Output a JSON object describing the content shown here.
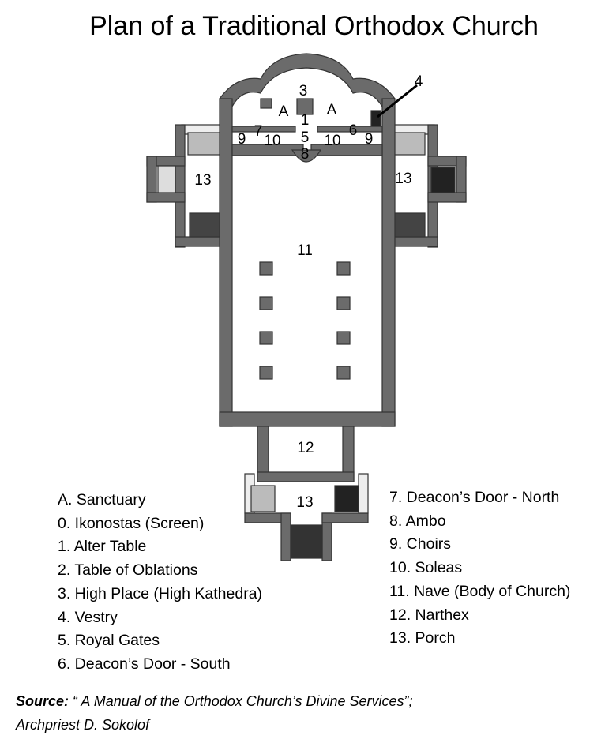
{
  "title": "Plan of a Traditional Orthodox Church",
  "plan_labels": {
    "sanctuary_left": "A",
    "sanctuary_right": "A",
    "high_place": "3",
    "altar": "1",
    "royal_gates": "5",
    "ambo": "8",
    "deacon_north": "7",
    "deacon_south": "6",
    "choir_left": "9",
    "choir_right": "9",
    "soleas_left": "10",
    "soleas_right": "10",
    "vestry": "4",
    "nave": "11",
    "narthex": "12",
    "porch_left": "13",
    "porch_right": "13",
    "porch_bottom": "13"
  },
  "legend_left": [
    "A. Sanctuary",
    "0. Ikonostas (Screen)",
    "1. Alter Table",
    "2. Table of Oblations",
    "3. High Place (High Kathedra)",
    "4. Vestry",
    "5. Royal Gates",
    "6. Deacon’s Door - South"
  ],
  "legend_right": [
    "7. Deacon’s Door - North",
    "8. Ambo",
    "9. Choirs",
    "10. Soleas",
    "11. Nave (Body of Church)",
    "12. Narthex",
    "13. Porch"
  ],
  "source": {
    "label": "Source:",
    "text": " “ A Manual of the Orthodox Church’s Divine Services”;",
    "author": "Archpriest D. Sokolof"
  }
}
